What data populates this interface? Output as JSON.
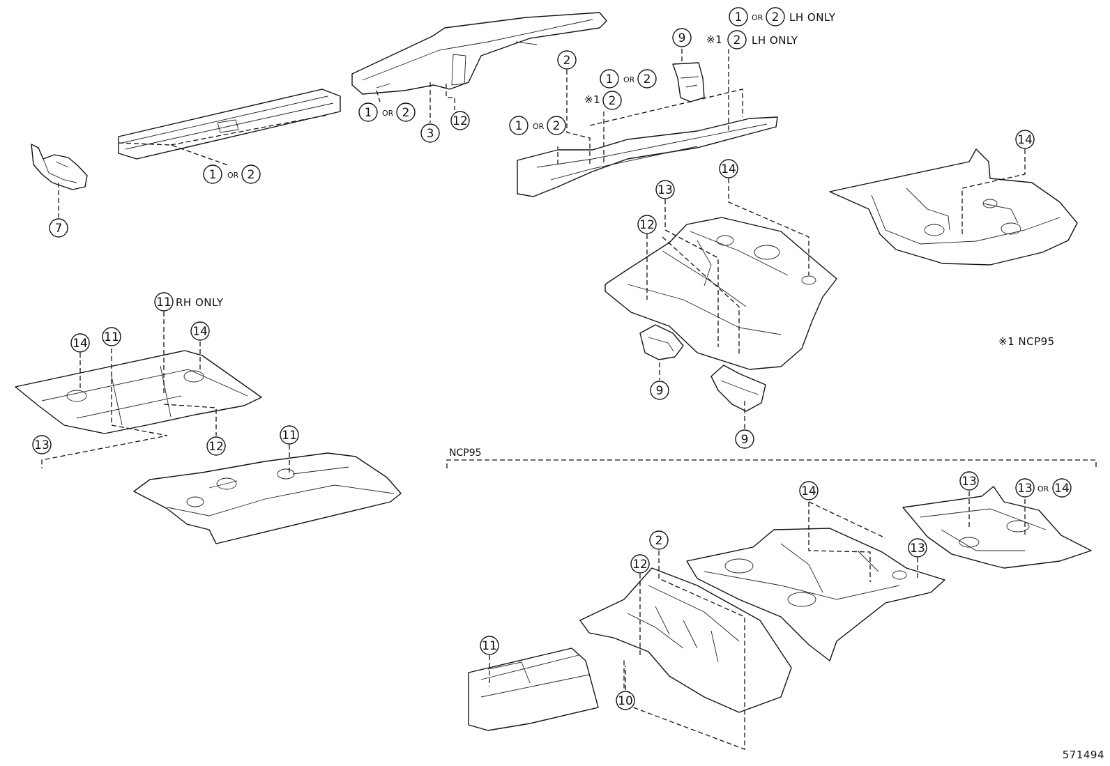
{
  "texts": {
    "or": "OR",
    "lh_only": "LH ONLY",
    "rh_only": "RH ONLY",
    "note_mark": "※1",
    "note_text": "※1 NCP95",
    "section": "NCP95",
    "diagram_id": "571494"
  },
  "callouts": {
    "n1": "1",
    "n2": "2",
    "n3": "3",
    "n7": "7",
    "n9": "9",
    "n10": "10",
    "n11": "11",
    "n12": "12",
    "n13": "13",
    "n14": "14"
  }
}
